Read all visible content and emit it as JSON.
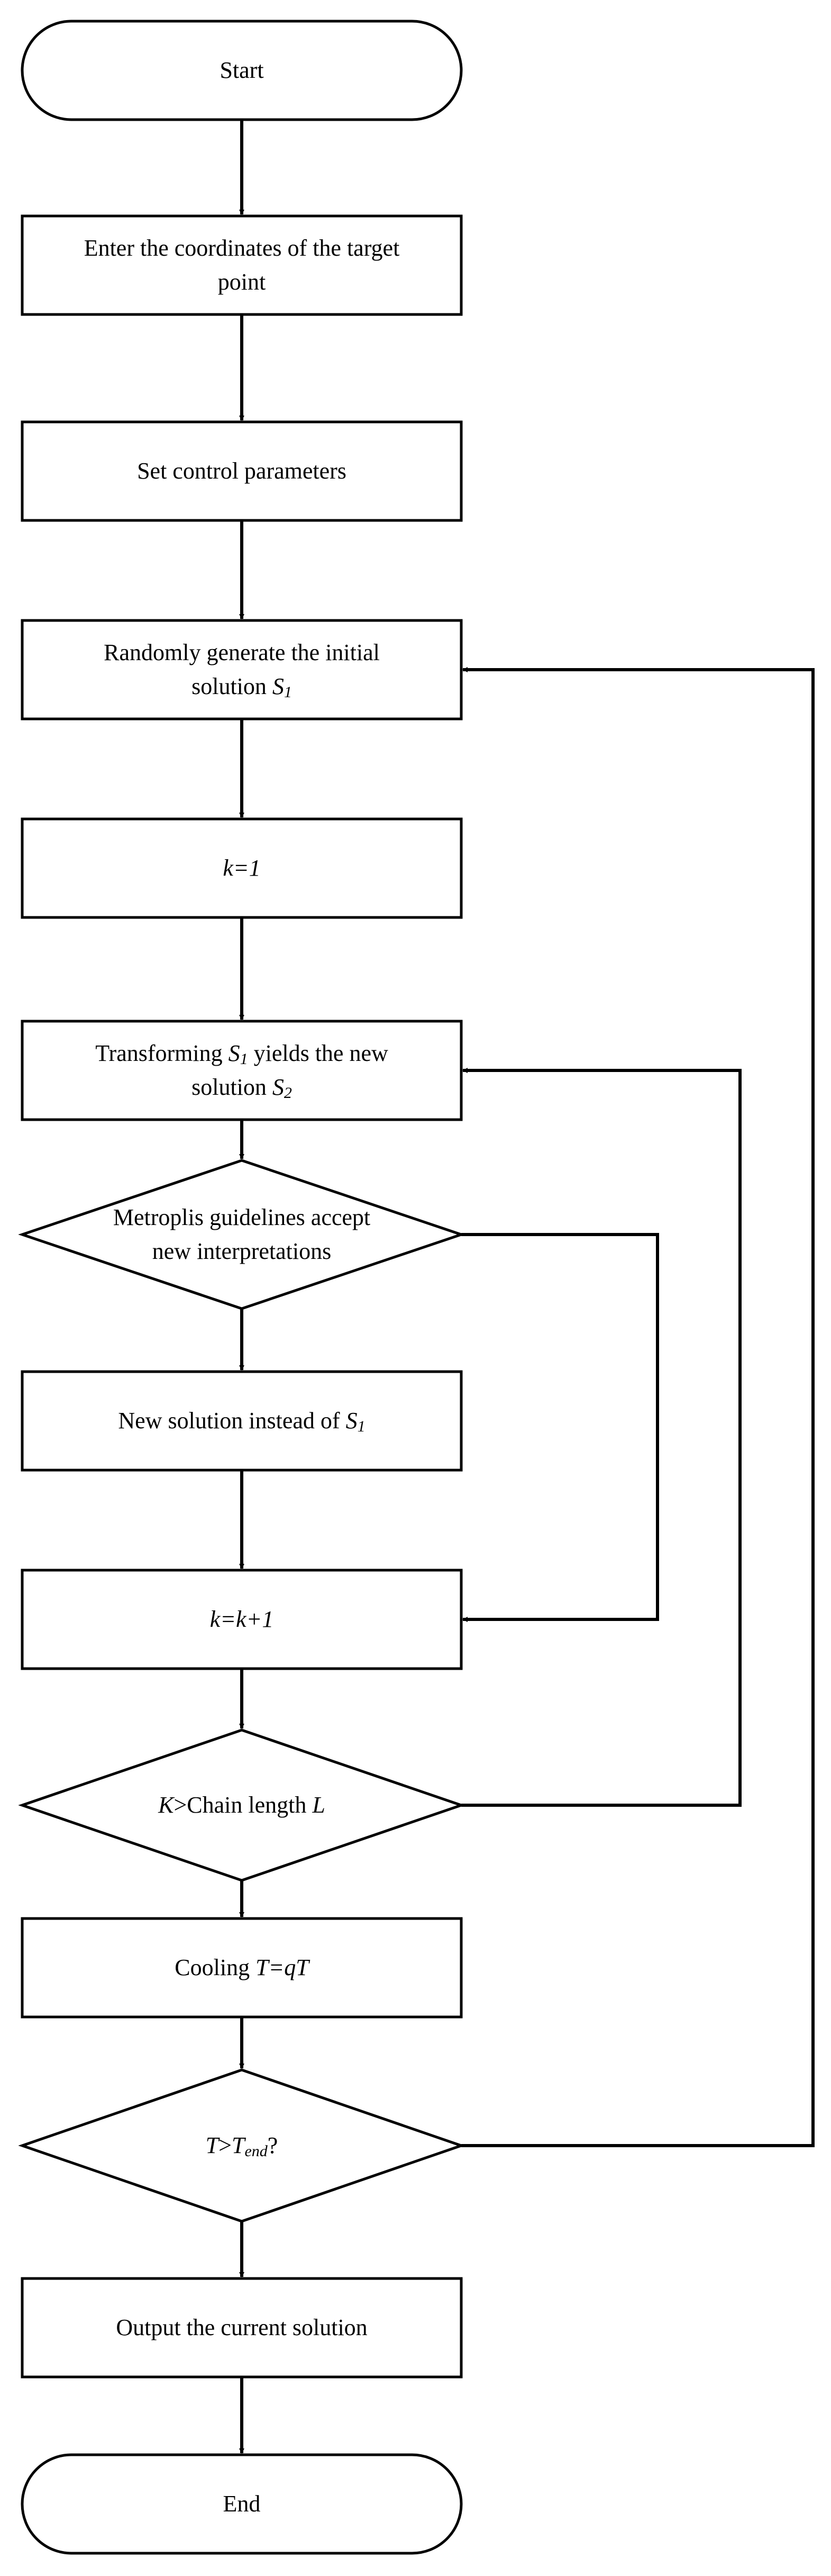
{
  "flowchart": {
    "start": "Start",
    "enter_coordinates": [
      "Enter the coordinates of the target",
      "point"
    ],
    "set_parameters": "Set control parameters",
    "init_solution": {
      "line1": "Randomly generate the initial",
      "line2_text": "solution ",
      "var": "S",
      "var_sub": "1"
    },
    "k_init": "k=1",
    "transform": {
      "pre": "Transforming ",
      "var": "S",
      "var_sub": "1",
      "post": " yields the new",
      "line2_text": "solution ",
      "var2": "S",
      "var2_sub": "2"
    },
    "metropolis": [
      "Metroplis guidelines accept",
      "new interpretations"
    ],
    "replace": {
      "text": "New solution instead of ",
      "var": "S",
      "var_sub": "1"
    },
    "k_increment": "k=k+1",
    "chain_check": {
      "var": "K",
      "text": ">Chain length ",
      "var2": "L"
    },
    "cooling": {
      "text": "Cooling ",
      "formula": "T=qT"
    },
    "temp_check": {
      "var": "T",
      "op": ">",
      "var2": "T",
      "var2_sub": "end",
      "suffix": "?"
    },
    "output": "Output the current solution",
    "end": "End"
  }
}
